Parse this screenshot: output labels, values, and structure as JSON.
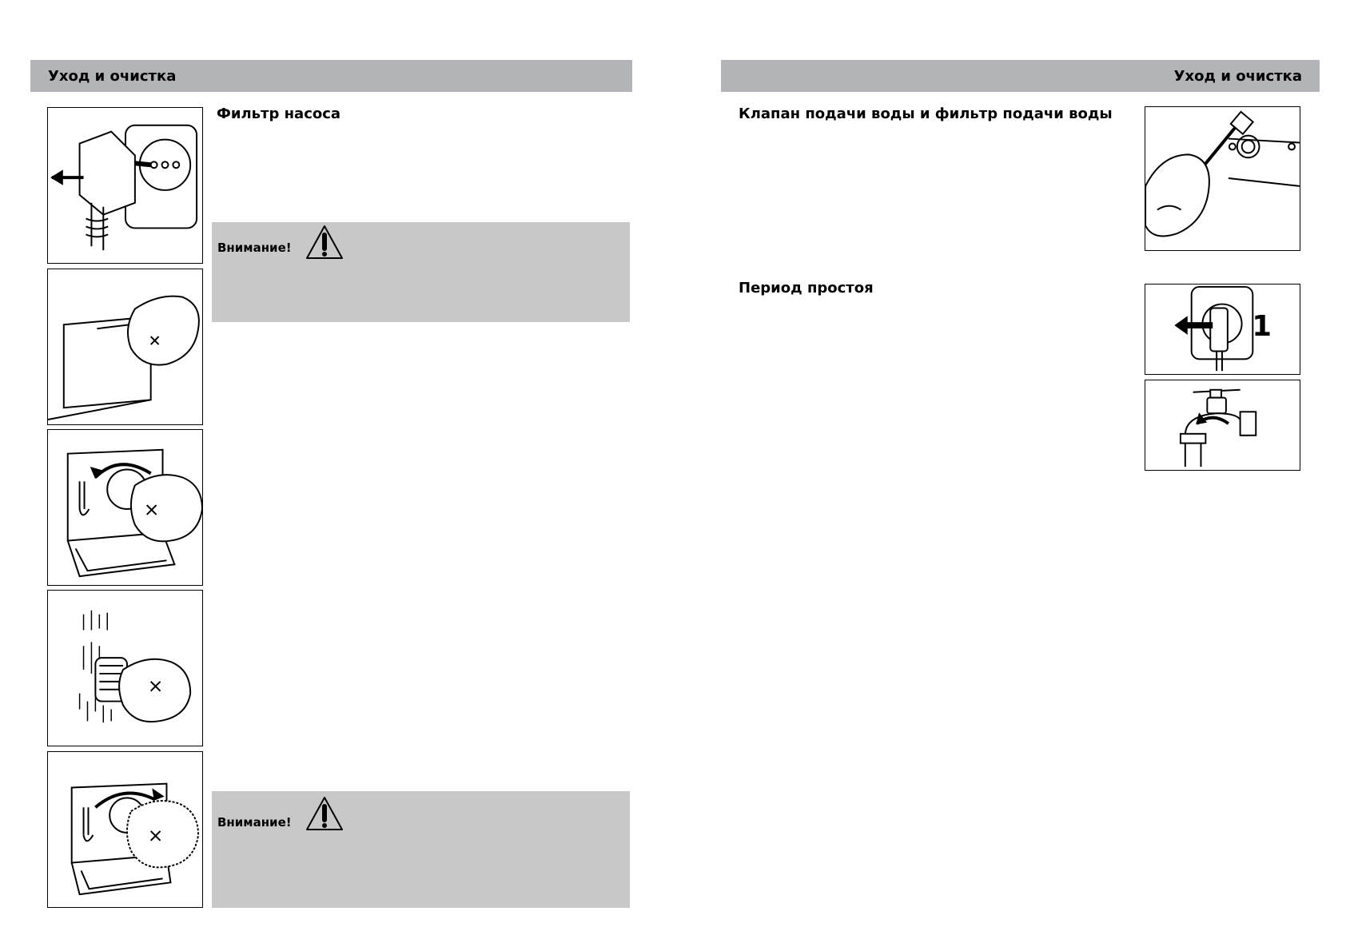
{
  "header": {
    "left_title": "Уход и очистка",
    "right_title": "Уход и очистка"
  },
  "left_page": {
    "section_title": "Фильтр насоса",
    "warnings": [
      {
        "label": "Внимание!",
        "icon": "warning-triangle-icon"
      },
      {
        "label": "Внимание!",
        "icon": "warning-triangle-icon"
      }
    ],
    "illustrations": [
      "unplug-power-plug-illustration",
      "open-service-panel-illustration",
      "unscrew-pump-filter-illustration",
      "rinse-filter-under-water-illustration",
      "reinstall-pump-filter-illustration"
    ]
  },
  "right_page": {
    "sections": [
      {
        "title": "Клапан подачи воды и фильтр подачи воды",
        "illustration": "clean-inlet-filter-with-brush-illustration"
      },
      {
        "title": "Период простоя",
        "illustrations": [
          "unplug-socket-step-1-illustration",
          "close-water-tap-illustration"
        ]
      }
    ],
    "step_number": "1"
  }
}
